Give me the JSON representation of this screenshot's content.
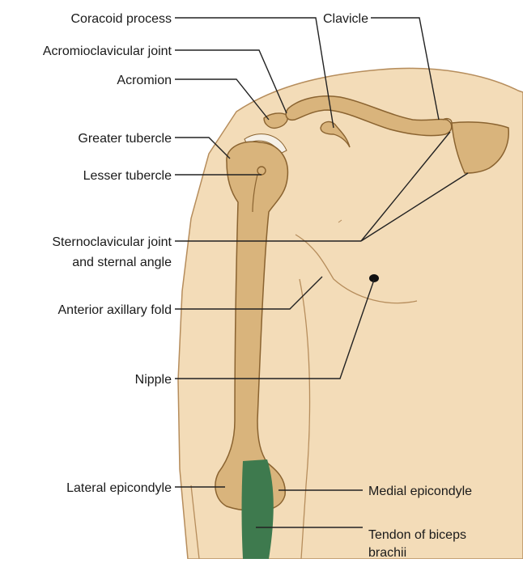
{
  "colors": {
    "skin": "#f3dcb8",
    "skin_edge": "#b68d5c",
    "bone": "#d9b47c",
    "bone_edge": "#8a6330",
    "cartilage": "#f6f1e8",
    "tendon": "#3e7a4e",
    "nipple": "#111111"
  },
  "labels": {
    "coracoid_process": "Coracoid process",
    "acromioclavicular_joint": "Acromioclavicular joint",
    "acromion": "Acromion",
    "greater_tubercle": "Greater tubercle",
    "lesser_tubercle": "Lesser tubercle",
    "sternoclavicular_line1": "Sternoclavicular joint",
    "sternoclavicular_line2": "and sternal angle",
    "anterior_axillary_fold": "Anterior axillary fold",
    "nipple": "Nipple",
    "lateral_epicondyle": "Lateral epicondyle",
    "clavicle": "Clavicle",
    "medial_epicondyle": "Medial epicondyle",
    "biceps_tendon_line1": "Tendon of biceps",
    "biceps_tendon_line2": "brachii"
  }
}
